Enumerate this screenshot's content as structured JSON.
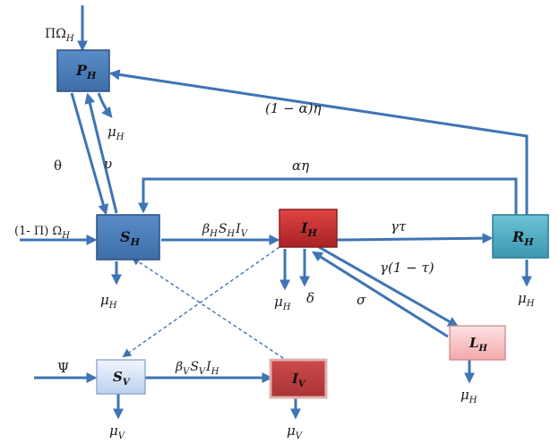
{
  "colors": {
    "edge": "#3f74b5",
    "susceptible_host": "#4f81bd",
    "infected_host": "#c0393b",
    "recovered_host": "#4bacc6",
    "latent_host": "#f7c6c7",
    "susceptible_vector": "#dbe6f6",
    "infected_vector": "#c0393b"
  },
  "nodes": {
    "P_H": {
      "text": "P",
      "sub": "H"
    },
    "S_H": {
      "text": "S",
      "sub": "H"
    },
    "I_H": {
      "text": "I",
      "sub": "H"
    },
    "R_H": {
      "text": "R",
      "sub": "H"
    },
    "L_H": {
      "text": "L",
      "sub": "H"
    },
    "S_V": {
      "text": "S",
      "sub": "V"
    },
    "I_V": {
      "text": "I",
      "sub": "V"
    }
  },
  "labels": {
    "recruit_P": {
      "text": "ΠΩ",
      "sub": "H"
    },
    "recruit_S": {
      "text": "(1- Π) Ω",
      "sub": "H"
    },
    "recruit_V": {
      "text": "Ψ"
    },
    "death_P": {
      "text": "μ",
      "sub": "H"
    },
    "death_S": {
      "text": "μ",
      "sub": "H"
    },
    "death_I": {
      "text": "μ",
      "sub": "H"
    },
    "death_R": {
      "text": "μ",
      "sub": "H"
    },
    "death_L": {
      "text": "μ",
      "sub": "H"
    },
    "death_SV": {
      "text": "μ",
      "sub": "V"
    },
    "death_IV": {
      "text": "μ",
      "sub": "V"
    },
    "theta": {
      "text": "θ"
    },
    "upsilon": {
      "text": "υ"
    },
    "alpha_eta": {
      "text": "αη"
    },
    "one_minus_alpha_eta": {
      "text": "(1 − α)η"
    },
    "gamma_tau": {
      "text": "γτ"
    },
    "gamma_one_minus_tau": {
      "text": "γ(1 − τ)"
    },
    "sigma": {
      "text": "σ"
    },
    "delta": {
      "text": "δ"
    },
    "infection_host": {
      "parts": [
        {
          "t": "β",
          "s": "H"
        },
        {
          "t": "S",
          "s": "H"
        },
        {
          "t": "I",
          "s": "V"
        }
      ]
    },
    "infection_vector": {
      "parts": [
        {
          "t": "β",
          "s": "V"
        },
        {
          "t": "S",
          "s": "V"
        },
        {
          "t": "I",
          "s": "H"
        }
      ]
    }
  }
}
